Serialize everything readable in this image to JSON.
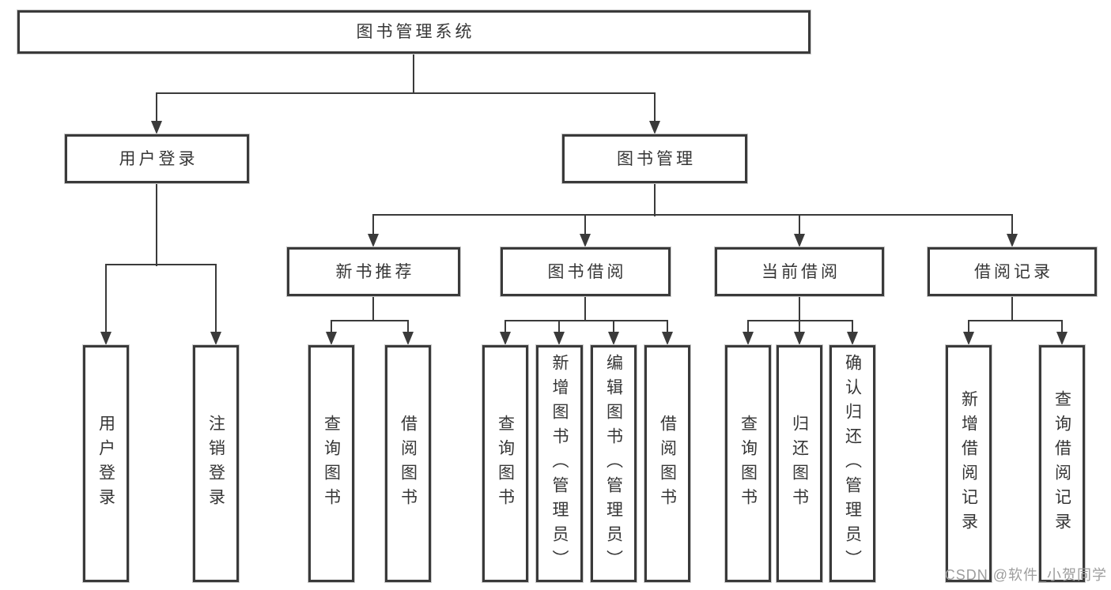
{
  "diagram": {
    "root": {
      "label": "图书管理系统"
    },
    "level2": [
      {
        "label": "用户登录"
      },
      {
        "label": "图书管理"
      }
    ],
    "level3": [
      {
        "label": "新书推荐"
      },
      {
        "label": "图书借阅"
      },
      {
        "label": "当前借阅"
      },
      {
        "label": "借阅记录"
      }
    ],
    "leaves": {
      "user_login": [
        "用户登录",
        "注销登录"
      ],
      "new_book_recommend": [
        "查询图书",
        "借阅图书"
      ],
      "book_borrow": [
        "查询图书",
        "新增图书（管理员）",
        "编辑图书（管理员）",
        "借阅图书"
      ],
      "current_borrow": [
        "查询图书",
        "归还图书",
        "确认归还（管理员）"
      ],
      "borrow_records": [
        "新增借阅记录",
        "查询借阅记录"
      ]
    }
  },
  "watermark": {
    "text": "CSDN @软件_小贺同学"
  },
  "colors": {
    "line": "#3a3a3a",
    "text": "#363636",
    "watermark": "#9d9d9d",
    "background": "#ffffff"
  }
}
